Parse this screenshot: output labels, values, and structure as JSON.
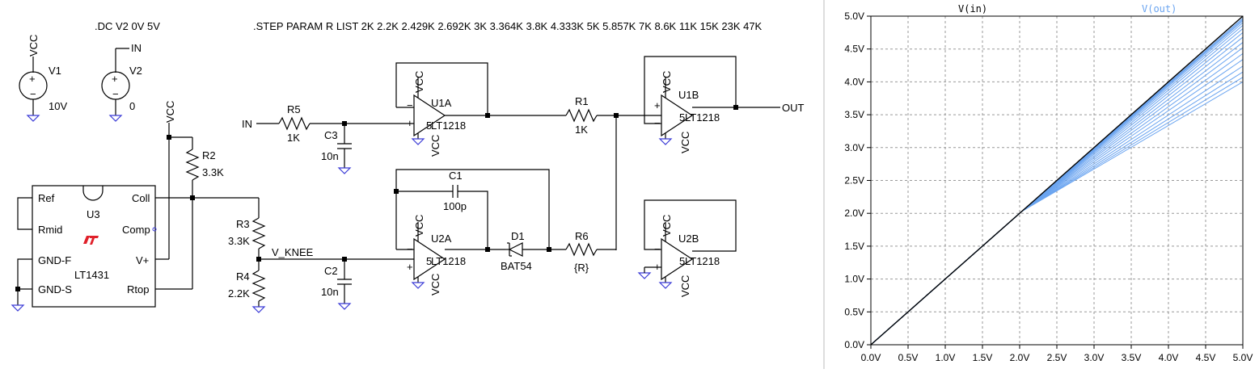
{
  "schematic": {
    "directive_dc": ".DC V2 0V 5V",
    "directive_step": ".STEP PARAM R LIST 2K 2.2K 2.429K 2.692K 3K 3.364K 3.8K 4.333K 5K 5.857K 7K 8.6K 11K 15K 23K 47K",
    "labels": {
      "vcc": "VCC",
      "v1": "V1",
      "v1_val": "10V",
      "v2": "V2",
      "v2_val": "0",
      "in": "IN",
      "out": "OUT",
      "r5": "R5",
      "r5_val": "1K",
      "c3": "C3",
      "c3_val": "10n",
      "u1a": "U1A",
      "u2a": "U2A",
      "u1b": "U1B",
      "u2b": "U2B",
      "lt1218": "LT1218",
      "r1": "R1",
      "r1_val": "1K",
      "r2": "R2",
      "r2_val": "3.3K",
      "r3": "R3",
      "r3_val": "3.3K",
      "r4": "R4",
      "r4_val": "2.2K",
      "c1": "C1",
      "c1_val": "100p",
      "c2": "C2",
      "c2_val": "10n",
      "d1": "D1",
      "d1_val": "BAT54",
      "r6": "R6",
      "r6_val": "{R}",
      "v_knee": "V_KNEE",
      "u3": "U3",
      "lt1431": "LT1431",
      "pin_ref": "Ref",
      "pin_rmid": "Rmid",
      "pin_gndf": "GND-F",
      "pin_gnds": "GND-S",
      "pin_coll": "Coll",
      "pin_comp": "Comp",
      "pin_vplus": "V+",
      "pin_rtop": "Rtop",
      "plus": "+",
      "minus": "−",
      "five": "5"
    }
  },
  "chart_data": {
    "type": "line",
    "x_ticks": [
      "0.0V",
      "0.5V",
      "1.0V",
      "1.5V",
      "2.0V",
      "2.5V",
      "3.0V",
      "3.5V",
      "4.0V",
      "4.5V",
      "5.0V"
    ],
    "y_ticks": [
      "0.0V",
      "0.5V",
      "1.0V",
      "1.5V",
      "2.0V",
      "2.5V",
      "3.0V",
      "3.5V",
      "4.0V",
      "4.5V",
      "5.0V"
    ],
    "xlim": [
      0,
      5
    ],
    "ylim": [
      0,
      5
    ],
    "grid": true,
    "colors": {
      "vin": "#000000",
      "vout": "#6aa4f0"
    },
    "series": [
      {
        "name": "V(in)",
        "x": [
          0,
          5
        ],
        "y": [
          0,
          5
        ]
      },
      {
        "name": "V(out)",
        "knee_x": 2.03,
        "knee_y": 2.03,
        "end_y_at_5V": [
          4.97,
          4.95,
          4.93,
          4.9,
          4.86,
          4.81,
          4.75,
          4.68,
          4.6,
          4.52,
          4.43,
          4.34,
          4.24,
          4.15,
          4.07,
          4.0
        ]
      }
    ]
  }
}
